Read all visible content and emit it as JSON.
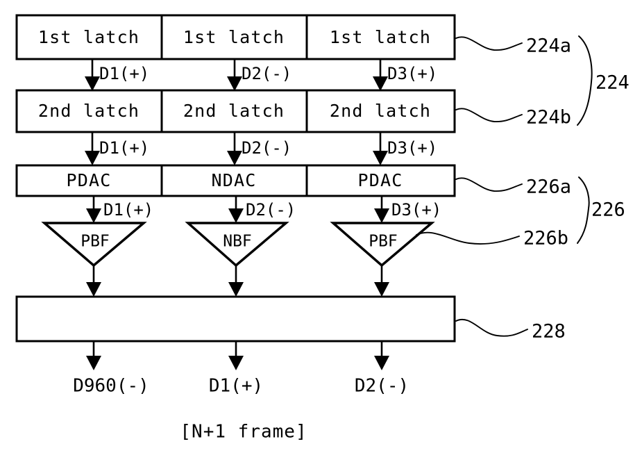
{
  "figure": {
    "caption": "[N+1 frame]",
    "description": "Data driver block diagram with latch, DAC, and buffer stages"
  },
  "rows": {
    "latch1": {
      "name": "first-latch-row",
      "cells": [
        "1st latch",
        "1st latch",
        "1st latch"
      ],
      "ref": "224a"
    },
    "latch2": {
      "name": "second-latch-row",
      "cells": [
        "2nd latch",
        "2nd latch",
        "2nd latch"
      ],
      "ref": "224b"
    },
    "dac": {
      "name": "dac-row",
      "cells": [
        "PDAC",
        "NDAC",
        "PDAC"
      ],
      "ref": "226a"
    },
    "buffer": {
      "name": "buffer-row",
      "cells": [
        "PBF",
        "NBF",
        "PBF"
      ],
      "ref": "226b"
    },
    "output": {
      "name": "output-bar",
      "ref": "228"
    }
  },
  "groups": {
    "latch_group": "224",
    "analog_group": "226"
  },
  "signals": {
    "latch1_to_latch2": [
      "D1(+)",
      "D2(-)",
      "D3(+)"
    ],
    "latch2_to_dac": [
      "D1(+)",
      "D2(-)",
      "D3(+)"
    ],
    "dac_to_buffer": [
      "D1(+)",
      "D2(-)",
      "D3(+)"
    ]
  },
  "outputs": [
    "D960(-)",
    "D1(+)",
    "D2(-)"
  ],
  "colors": {
    "line": "#000000",
    "fill": "#ffffff",
    "background": "#ffffff"
  }
}
